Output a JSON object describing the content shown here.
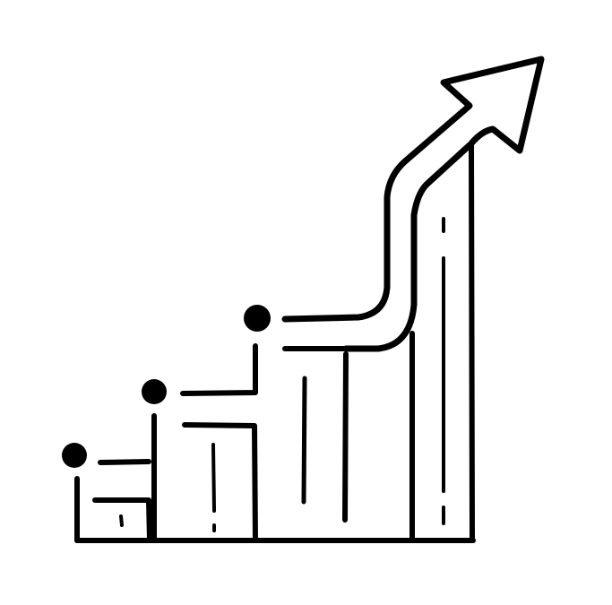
{
  "illustration": {
    "icon": "growth-chart-with-arrow-icon",
    "stroke_color": "#000000",
    "background_color": "#ffffff",
    "bars": [
      {
        "name": "bar-1",
        "relative_height": 0.2
      },
      {
        "name": "bar-2",
        "relative_height": 0.4
      },
      {
        "name": "bar-3",
        "relative_height": 0.6
      },
      {
        "name": "bar-4",
        "relative_height": 1.0
      }
    ]
  }
}
